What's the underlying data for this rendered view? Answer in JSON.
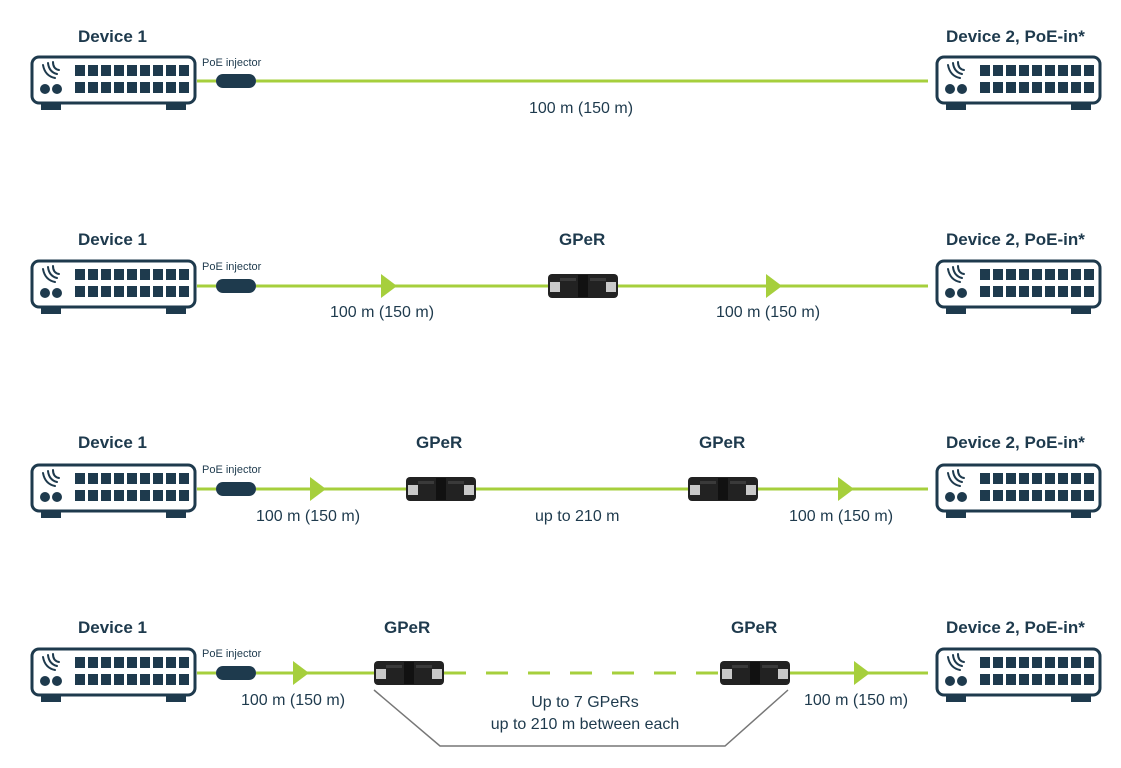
{
  "colors": {
    "navy": "#1e3a4d",
    "cable": "#a6cf3c",
    "gper_body": "#222222",
    "gper_metal": "#c9c9c9",
    "note_line": "#777777"
  },
  "icons": {
    "device": "router-switch-icon",
    "injector": "poe-injector-icon",
    "repeater": "gper-repeater-icon",
    "arrow": "direction-arrow-icon"
  },
  "rows": [
    {
      "device1": "Device 1",
      "device2": "Device 2, PoE-in*",
      "injector": "PoE injector",
      "segments": [
        "100 m (150 m)"
      ]
    },
    {
      "device1": "Device 1",
      "device2": "Device 2, PoE-in*",
      "injector": "PoE injector",
      "gpers": [
        "GPeR"
      ],
      "segments": [
        "100 m (150 m)",
        "100 m (150 m)"
      ]
    },
    {
      "device1": "Device 1",
      "device2": "Device 2, PoE-in*",
      "injector": "PoE injector",
      "gpers": [
        "GPeR",
        "GPeR"
      ],
      "segments": [
        "100 m (150 m)",
        "up to 210 m",
        "100 m (150 m)"
      ]
    },
    {
      "device1": "Device 1",
      "device2": "Device 2, PoE-in*",
      "injector": "PoE injector",
      "gpers": [
        "GPeR",
        "GPeR"
      ],
      "segments": [
        "100 m (150 m)",
        "100 m (150 m)"
      ],
      "note_line1": "Up to 7 GPeRs",
      "note_line2": "up to 210 m between each"
    }
  ]
}
